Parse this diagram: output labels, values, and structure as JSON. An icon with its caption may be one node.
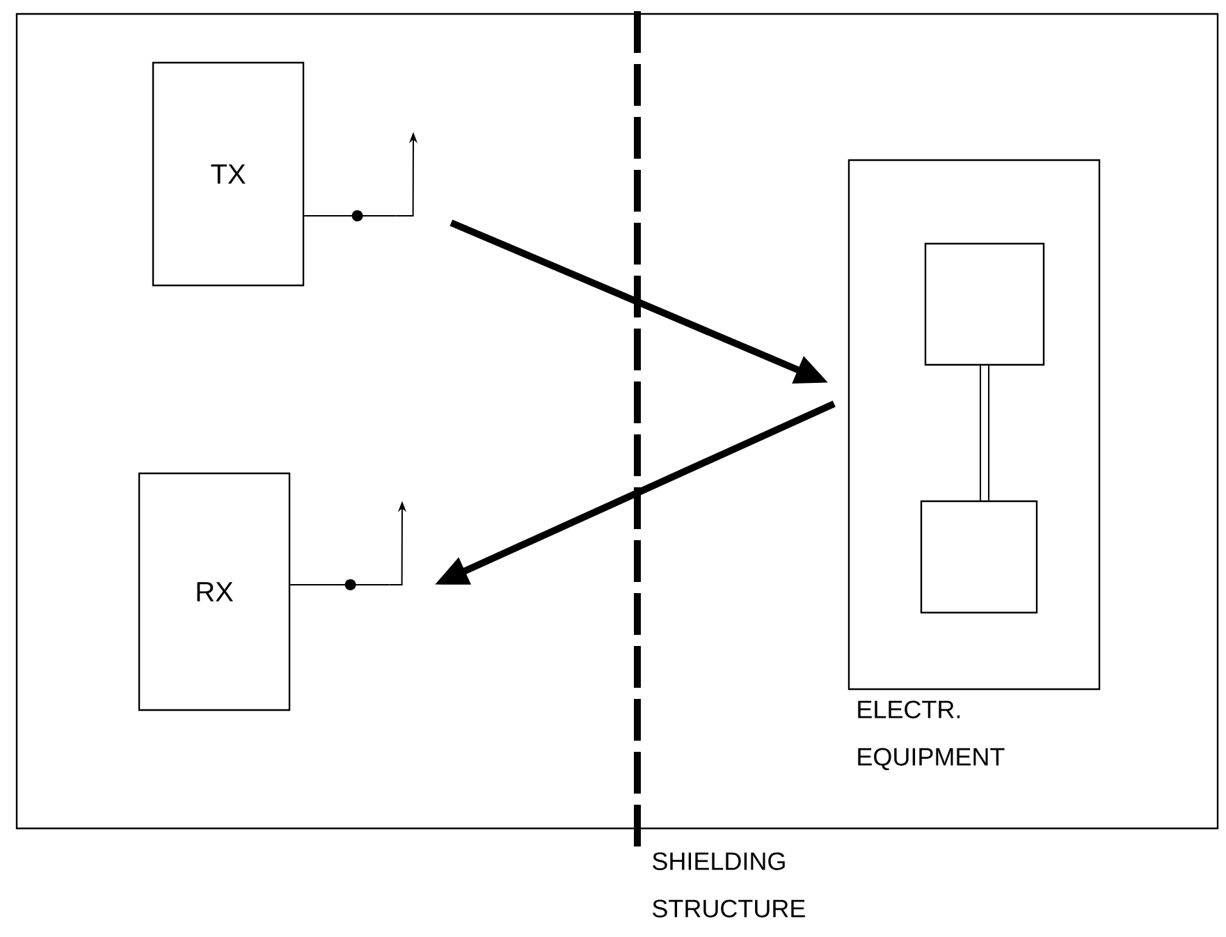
{
  "diagram": {
    "nodes": [
      {
        "text": [],
        "shape": "box"
      },
      {
        "text": [
          "TX"
        ],
        "in": 0
      },
      {
        "text": [],
        "shape": "antenna",
        "in": 0
      },
      {
        "text": [
          "RX"
        ],
        "in": 0
      },
      {
        "text": [],
        "shape": "antenna",
        "in": 0
      },
      {
        "text": [
          "ELECTR. EQUIPMENT"
        ],
        "in": 0
      },
      {
        "text": [],
        "shape": "box",
        "in": 5
      },
      {
        "text": [],
        "shape": "box",
        "in": 5
      }
    ],
    "edges": [
      {
        "from": 1,
        "to": 2,
        "arrow": "none"
      },
      {
        "from": 3,
        "to": 4,
        "arrow": "none"
      },
      {
        "from": 2,
        "to": 5,
        "arrow": "to",
        "style": "thick"
      },
      {
        "from": 5,
        "to": 4,
        "arrow": "to",
        "style": "thick"
      },
      {
        "from": 6,
        "to": 7,
        "arrow": "none"
      }
    ],
    "labels": [
      "SHIELDING STRUCTURE"
    ]
  }
}
